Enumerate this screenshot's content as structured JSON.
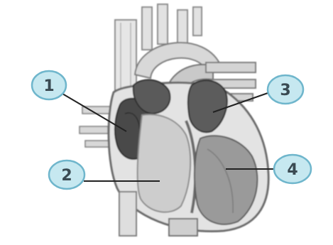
{
  "diagram": {
    "callouts": [
      {
        "label": "1"
      },
      {
        "label": "2"
      },
      {
        "label": "3"
      },
      {
        "label": "4"
      }
    ]
  },
  "colors": {
    "callout_fill": "#c6e8f0",
    "callout_stroke": "#6fb6cc",
    "leader_line": "#222222",
    "heart_light": "#dcdcdc",
    "heart_mid": "#b4b4b4",
    "heart_dark": "#6a6a6a",
    "chamber_dark": "#3c3c3c"
  }
}
